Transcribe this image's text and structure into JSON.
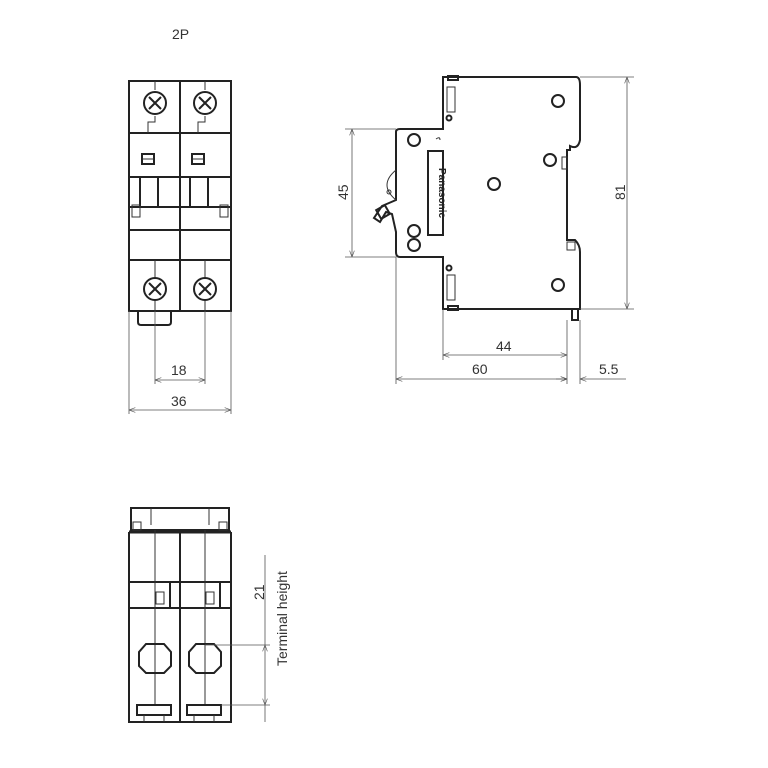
{
  "title": "2P",
  "front_view": {
    "dim_pitch": "18",
    "dim_width": "36"
  },
  "side_view": {
    "brand_logo": "Panasonic",
    "dim_front_height": "45",
    "dim_total_height": "81",
    "dim_depth_body": "44",
    "dim_depth_total": "60",
    "dim_rail_offset": "5.5"
  },
  "bottom_view": {
    "dim_terminal": "21",
    "terminal_label": "Terminal height"
  },
  "colors": {
    "line": "#222222",
    "background": "#ffffff"
  }
}
